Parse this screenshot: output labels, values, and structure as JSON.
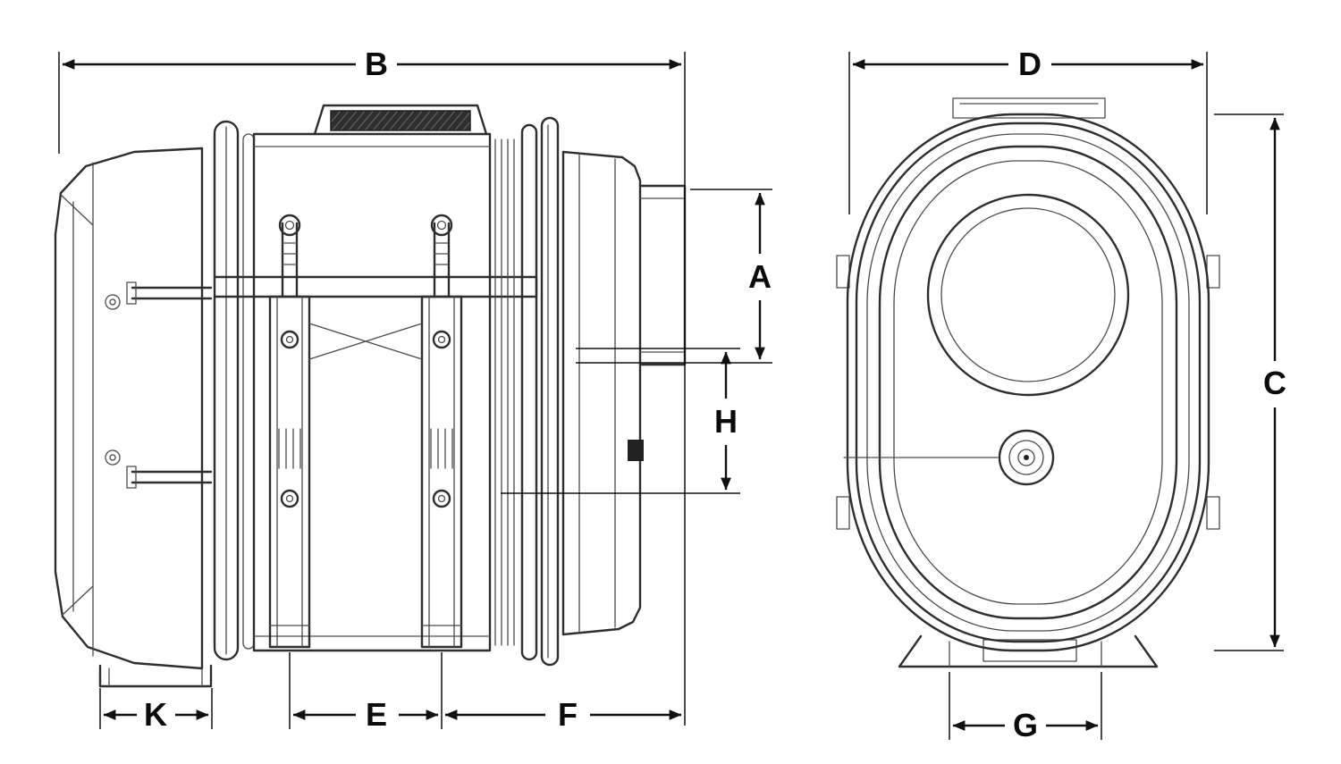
{
  "canvas": {
    "background": "#ffffff",
    "object_line_color": "#2e2e2e",
    "dimension_line_color": "#111111"
  },
  "dimensions": {
    "A": "A",
    "B": "B",
    "C": "C",
    "D": "D",
    "E": "E",
    "F": "F",
    "G": "G",
    "H": "H",
    "K": "K"
  }
}
